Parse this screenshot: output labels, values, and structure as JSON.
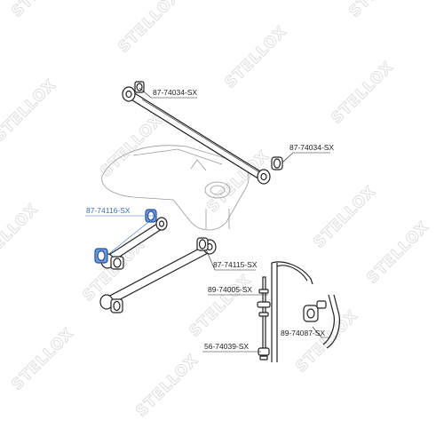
{
  "watermark": "STELLOX",
  "parts": [
    {
      "id": "p1",
      "number": "87-74034-SX"
    },
    {
      "id": "p2",
      "number": "87-74034-SX"
    },
    {
      "id": "p3",
      "number": "87-74116-SX"
    },
    {
      "id": "p4",
      "number": "87-74115-SX"
    },
    {
      "id": "p5",
      "number": "89-74005-SX"
    },
    {
      "id": "p6",
      "number": "89-74087-SX"
    },
    {
      "id": "p7",
      "number": "56-74039-SX"
    }
  ],
  "colors": {
    "outline": "#222222",
    "highlight": "#3a6fc4",
    "watermark": "#d8d8d8"
  }
}
